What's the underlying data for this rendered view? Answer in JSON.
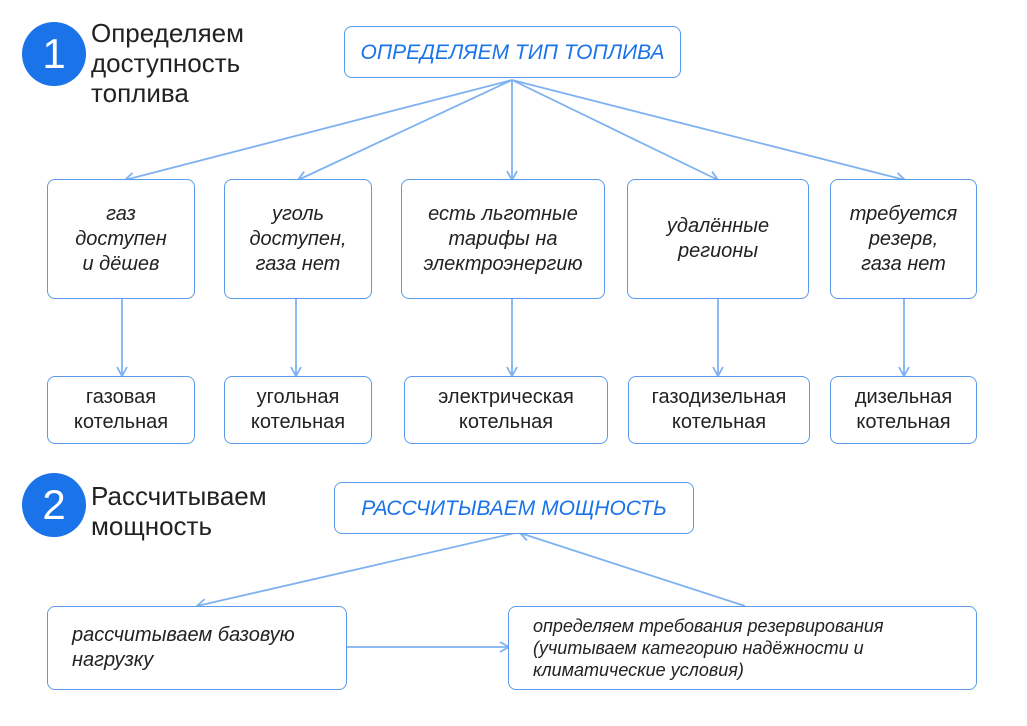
{
  "steps": [
    {
      "number": "1",
      "title": "Определяем\nдоступность\nтоплива"
    },
    {
      "number": "2",
      "title": "Рассчитываем\nмощность"
    }
  ],
  "section1": {
    "header": "ОПРЕДЕЛЯЕМ ТИП ТОПЛИВА",
    "conditions": [
      "газ\nдоступен\nи дёшев",
      "уголь\nдоступен,\nгаза нет",
      "есть льготные\nтарифы на\nэлектроэнергию",
      "удалённые\nрегионы",
      "требуется\nрезерв,\nгаза нет"
    ],
    "results": [
      "газовая\nкотельная",
      "угольная\nкотельная",
      "электрическая\nкотельная",
      "газодизельная\nкотельная",
      "дизельная\nкотельная"
    ]
  },
  "section2": {
    "header": "РАССЧИТЫВАЕМ МОЩНОСТЬ",
    "base_load": "рассчитываем базовую\nнагрузку",
    "reserve": "определяем требования резервирования\n(учитываем категорию надёжности и\nклиматические условия)"
  },
  "colors": {
    "accent": "#1a73e8",
    "line": "#7fb2f0",
    "border": "#5b9bea"
  }
}
